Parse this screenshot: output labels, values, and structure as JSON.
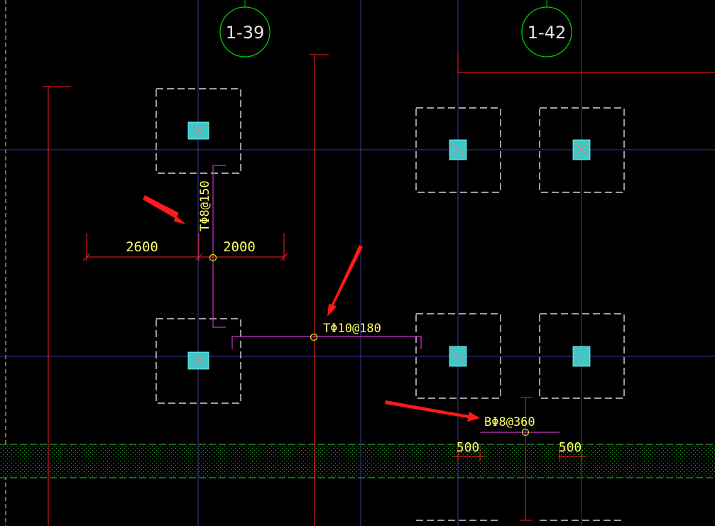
{
  "colors": {
    "background": "#000000",
    "axis_line": "#3a3aa0",
    "bubble": "#00cc00",
    "dim_red": "#ff2020",
    "column_fill": "#40c8c8",
    "cap_outline": "#ffffff",
    "rebar_magenta": "#cc33cc",
    "text_yellow": "#ffff66",
    "wall_green": "#33cc33",
    "arrow": "#ff1a1a",
    "node": "#ccff00"
  },
  "axis_bubbles": [
    {
      "label": "1-39"
    },
    {
      "label": "1-42"
    }
  ],
  "rebar_labels": {
    "vertical": "TΦ8@150",
    "horizontal": "TΦ10@180",
    "bottom": "BΦ8@360"
  },
  "dimensions": {
    "left": "2600",
    "right": "2000",
    "bottom_left": "500",
    "bottom_right": "500"
  }
}
